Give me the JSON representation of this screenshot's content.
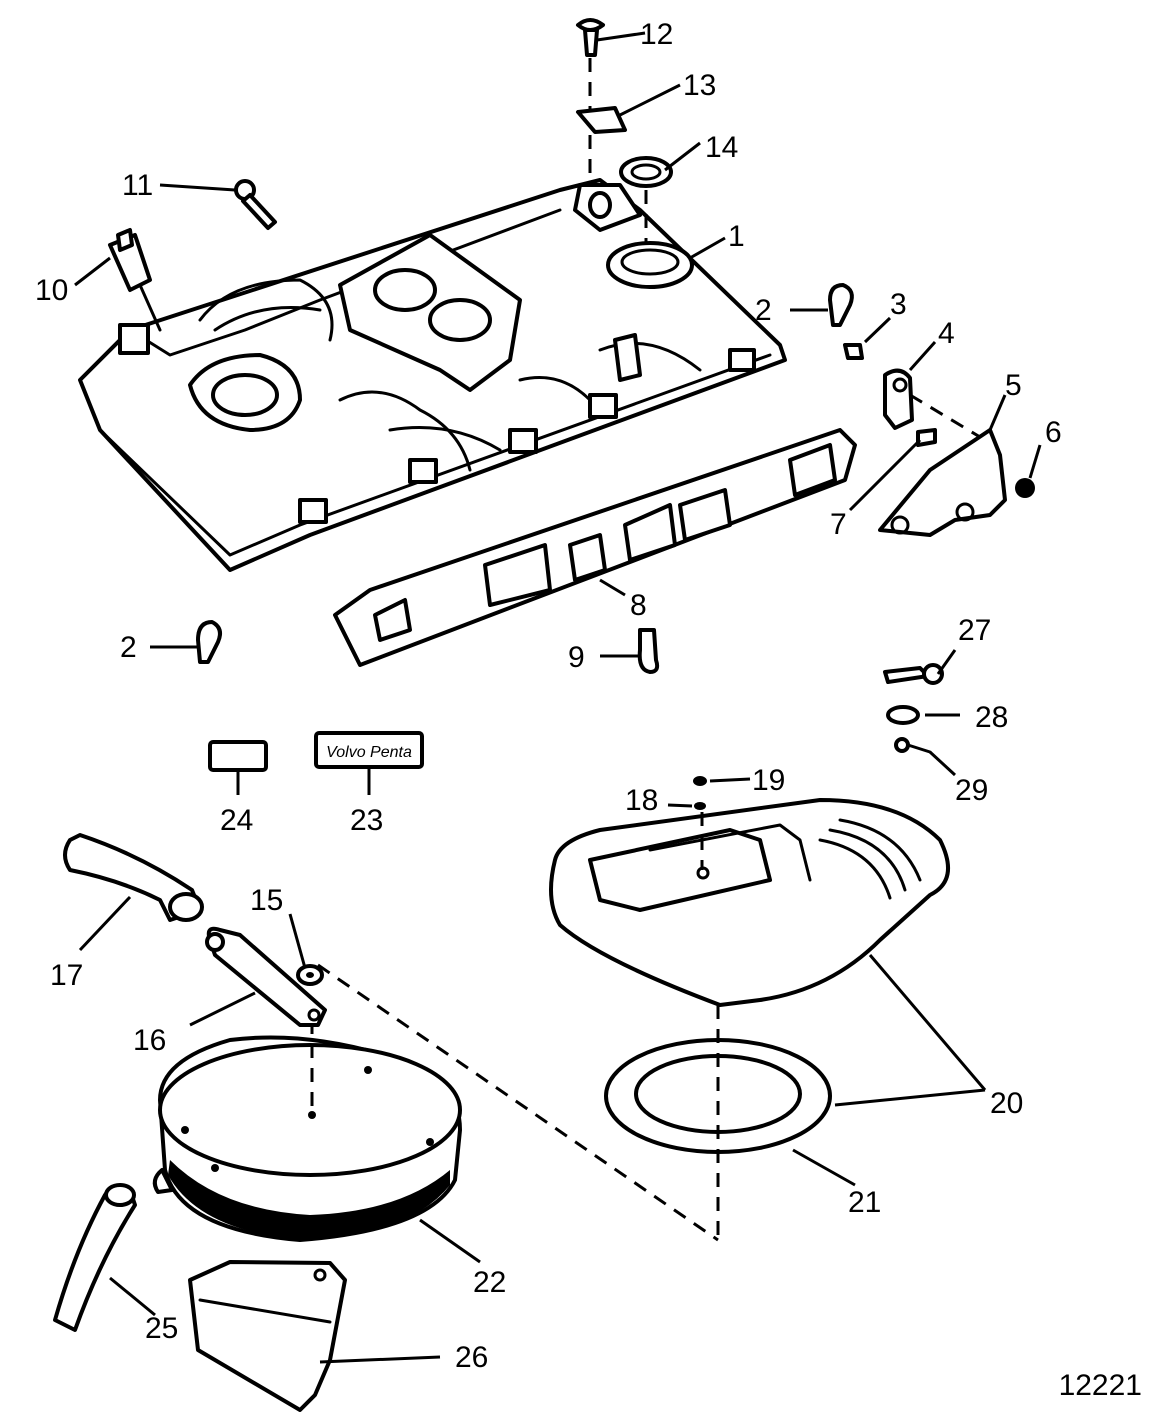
{
  "diagram": {
    "labels": [
      "1",
      "2",
      "3",
      "4",
      "5",
      "6",
      "7",
      "8",
      "9",
      "10",
      "11",
      "12",
      "13",
      "14",
      "15",
      "16",
      "17",
      "18",
      "19",
      "20",
      "21",
      "22",
      "23",
      "24",
      "25",
      "26",
      "27",
      "28",
      "29"
    ],
    "label_2_second": "2",
    "decal_text": "Volvo Penta",
    "figure_ref": "12221"
  }
}
